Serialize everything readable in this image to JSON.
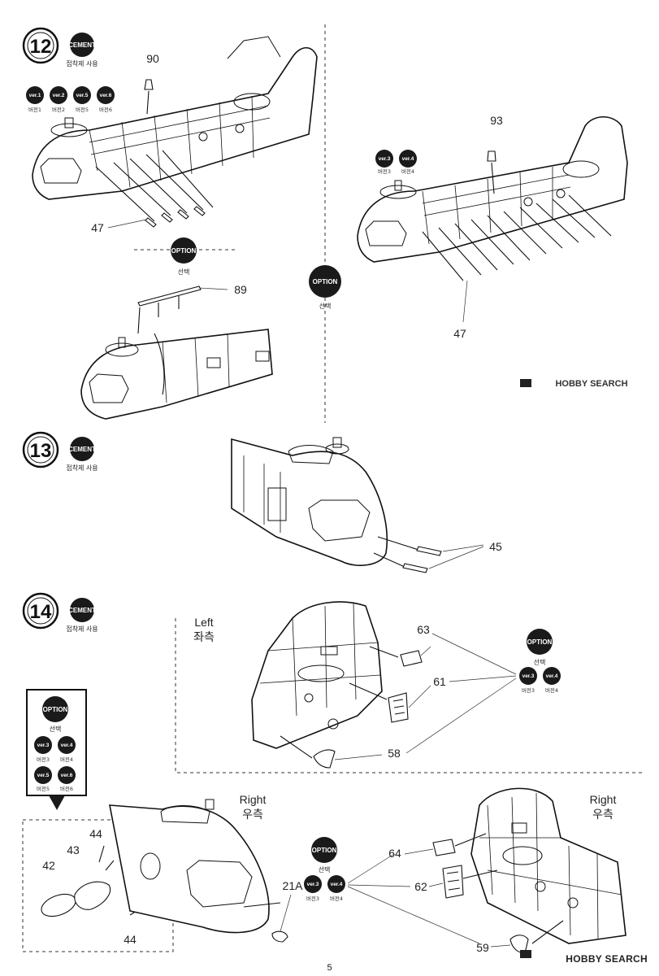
{
  "page_number": "5",
  "watermark": "HOBBY SEARCH",
  "cement_label": "CEMENT",
  "cement_caption": "접착제 사용",
  "option_label": "OPTION",
  "option_caption": "선택",
  "steps": [
    {
      "number": "12"
    },
    {
      "number": "13"
    },
    {
      "number": "14"
    }
  ],
  "version_badges": {
    "v1": {
      "badge": "ver.1",
      "caption": "버전1"
    },
    "v2": {
      "badge": "ver.2",
      "caption": "버전2"
    },
    "v3": {
      "badge": "ver.3",
      "caption": "버전3"
    },
    "v4": {
      "badge": "ver.4",
      "caption": "버전4"
    },
    "v5": {
      "badge": "ver.5",
      "caption": "버전5"
    },
    "v6": {
      "badge": "ver.6",
      "caption": "버전6"
    }
  },
  "side_labels": {
    "left_en": "Left",
    "left_ko": "좌측",
    "right_en": "Right",
    "right_ko": "우측"
  },
  "part_numbers": {
    "p90": "90",
    "p47": "47",
    "p93": "93",
    "p89": "89",
    "p45": "45",
    "p63": "63",
    "p61": "61",
    "p58": "58",
    "p44": "44",
    "p43": "43",
    "p42": "42",
    "p21a": "21A",
    "p64": "64",
    "p62": "62",
    "p59": "59"
  },
  "colors": {
    "ink": "#111111",
    "badge_fill": "#1a1a1a",
    "paper": "#ffffff"
  }
}
